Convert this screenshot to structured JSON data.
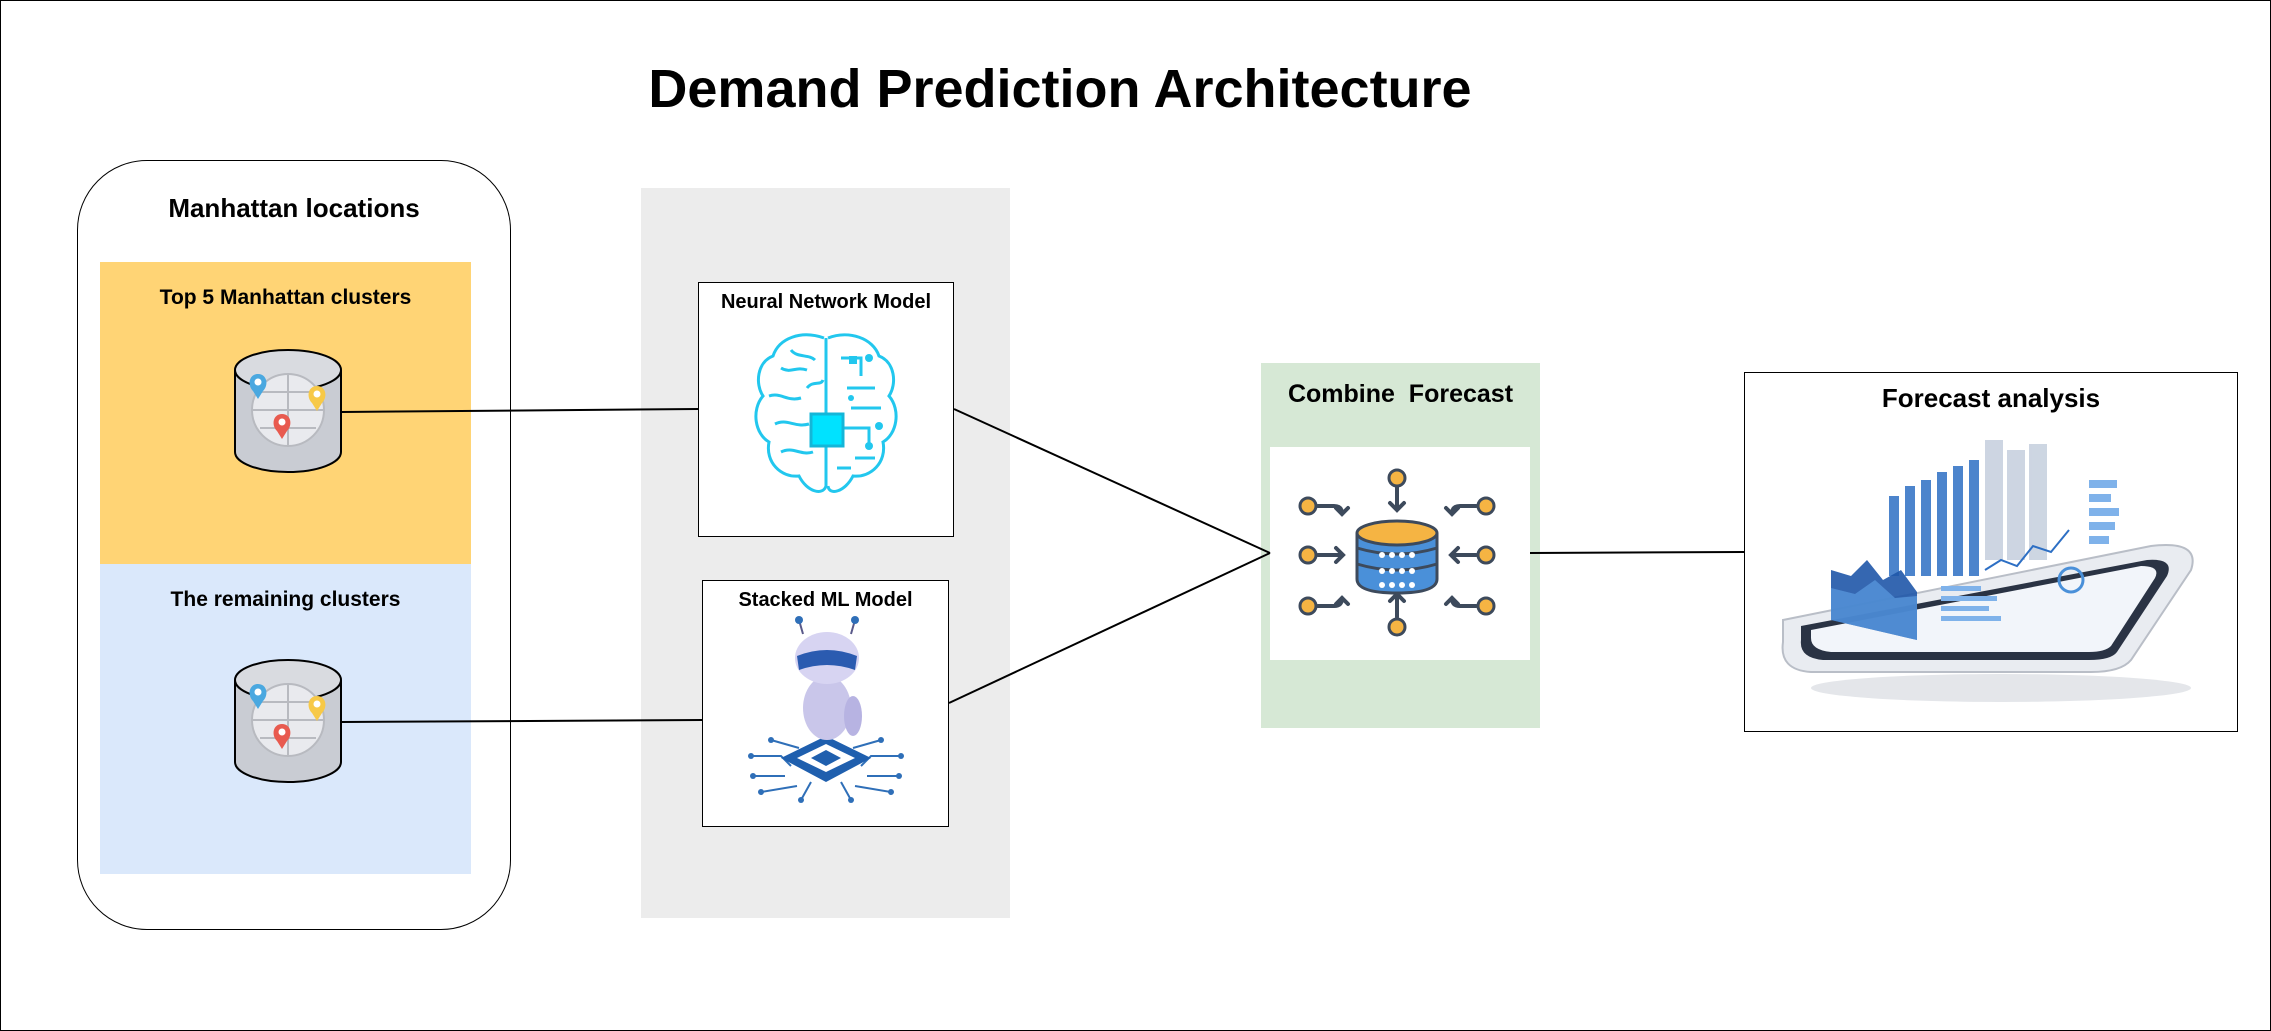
{
  "diagram": {
    "title": "Demand Prediction Architecture",
    "locations": {
      "title": "Manhattan locations",
      "top_cluster_label": "Top 5 Manhattan clusters",
      "remaining_cluster_label": "The remaining clusters",
      "icon": "map-pin-cylinder-icon"
    },
    "models": {
      "neural": {
        "label": "Neural Network Model",
        "icon": "brain-circuit-icon"
      },
      "stacked": {
        "label": "Stacked ML Model",
        "icon": "robot-chip-icon"
      }
    },
    "combine": {
      "label": "Combine  Forecast",
      "icon": "database-integration-icon"
    },
    "analysis": {
      "label": "Forecast analysis",
      "icon": "tablet-dashboard-icon"
    }
  },
  "colors": {
    "top_cluster_bg": "#ffd475",
    "remaining_cluster_bg": "#dae8fb",
    "model_column_bg": "#ececec",
    "combine_bg": "#d6e8d5",
    "brain": "#22c7ee",
    "db_blue": "#4a90d9",
    "db_orange": "#f5b443"
  }
}
